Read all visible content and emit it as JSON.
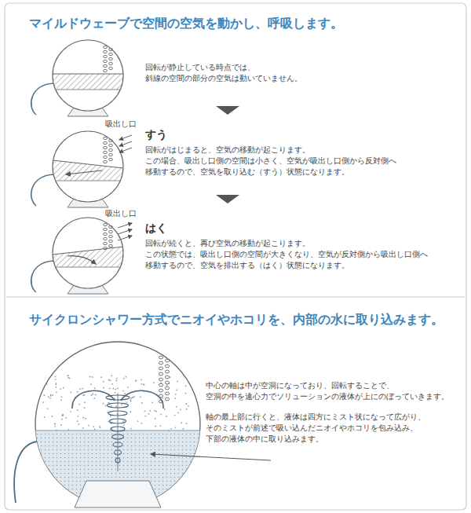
{
  "diagram": {
    "title": "マイルドウェーブで空間の空気を動かし、呼吸します。",
    "labels": [
      "回転が静止している時点では、 斜線の空間の部分の空気は動いていません。",
      "吸出し口",
      "すう",
      "回転がはじまると、空気の移動が起こります。 この場合、吸出し口側の空間は小さく、空気が吸出し口側から反対側へ 移動するので、空気を取り込む（すう）状態になります。",
      "吸出し口",
      "はく",
      "回転が続くと、再び空気の移動が起こります。 この状態では、吸出し口側の空間が大きくなり、空気が反対側から吸出し口側へ 移動するので、空気を排出する（はく）状態になります。",
      "サイクロンシャワー方式でニオイやホコリを、内部の水に取り込みます。",
      "中心の軸は中が空洞になっており、回転することで、 空洞の中を遠心力でソリューションの液体が上にのぼっていきます。",
      "軸の最上部に行くと、液体は四方にミスト状になって広がり、 そのミストが前述で吸い込んだニオイやホコリを包み込み、 下部の液体の中に取り込みます。"
    ]
  }
}
